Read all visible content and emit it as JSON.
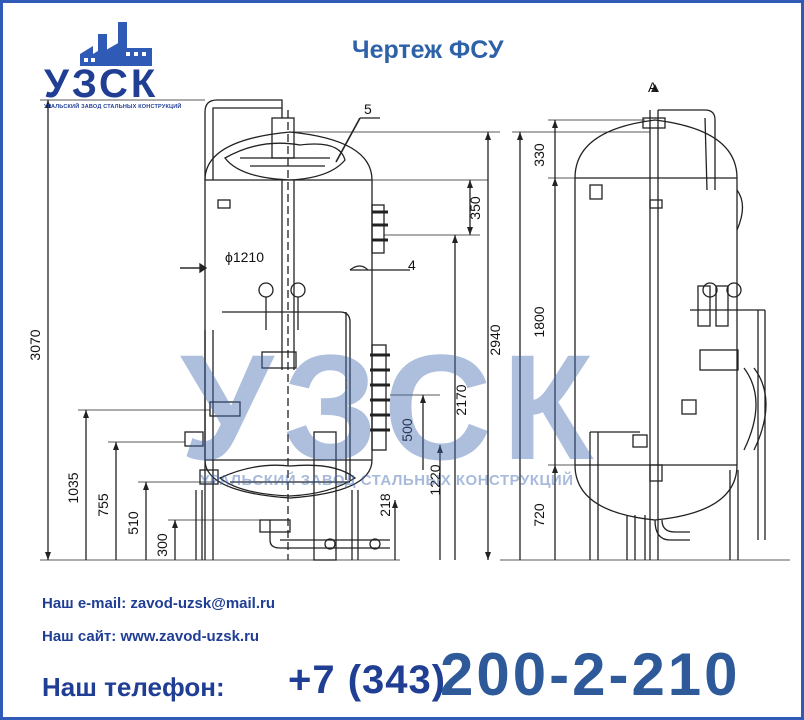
{
  "header": {
    "title": "Чертеж ФСУ"
  },
  "logo": {
    "text": "УЗСК",
    "subtitle": "УРАЛЬСКИЙ ЗАВОД СТАЛЬНЫХ КОНСТРУКЦИЙ"
  },
  "watermark": {
    "text": "УЗСК",
    "subtitle": "УРАЛЬСКИЙ ЗАВОД СТАЛЬНЫХ КОНСТРУКЦИЙ"
  },
  "drawing": {
    "callout_5": "5",
    "callout_4": "4",
    "diameter": "ϕ1210",
    "view_label": "A",
    "dims_left": [
      "3070",
      "1035",
      "755",
      "510",
      "300"
    ],
    "dims_center": [
      "350",
      "2940",
      "2170",
      "500",
      "1220",
      "218"
    ],
    "dims_right": [
      "330",
      "1800",
      "720"
    ]
  },
  "contacts": {
    "email": "Наш e-mail: zavod-uzsk@mail.ru",
    "site": "Наш сайт: www.zavod-uzsk.ru",
    "phone_label": "Наш телефон:",
    "phone_code": "+7 (343)",
    "phone_number": "200-2-210"
  },
  "colors": {
    "brand": "#1f3e94",
    "title": "#2e62a8",
    "border": "#2f5bb7"
  }
}
